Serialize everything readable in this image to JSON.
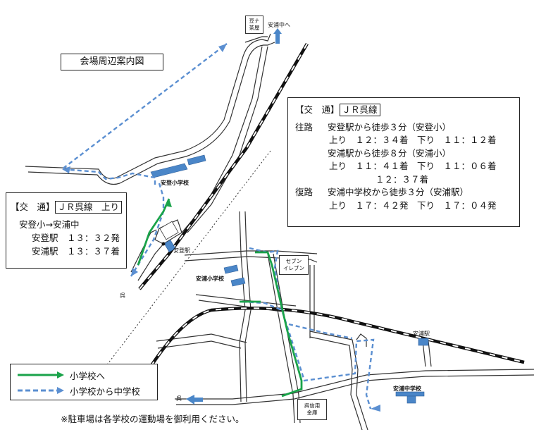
{
  "title": "会場周辺案内図",
  "info_main": {
    "header_prefix": "【交　通】",
    "header_line": "ＪＲ呉線",
    "rows": [
      {
        "k": "往路",
        "t": "安登駅から徒歩３分（安登小）"
      },
      {
        "k": "",
        "t": "上り　１２：３４着　下り　１１：１２着",
        "indent": 1
      },
      {
        "k": "",
        "t": "安浦駅から徒歩８分（安浦小）"
      },
      {
        "k": "",
        "t": "上り　１１：４１着　下り　１１：０６着",
        "indent": 1
      },
      {
        "k": "",
        "t": "１２：３７着",
        "indent": 2
      },
      {
        "k": "復路",
        "t": "安浦中学校から徒歩３分（安浦駅）"
      },
      {
        "k": "",
        "t": "上り　１７：４２発　下り　１７：０４発",
        "indent": 1
      }
    ]
  },
  "info_left": {
    "header_prefix": "【交　通】",
    "header_line": "ＪＲ呉線　上り",
    "route": "安登小→安浦中",
    "rows": [
      "安登駅　１３：３２発",
      "安浦駅　１３：３７着"
    ]
  },
  "legend": {
    "green": "小学校へ",
    "blue": "小学校から中学校",
    "green_color": "#1aa34a",
    "blue_color": "#5b8fd1"
  },
  "note": "※駐車場は各学校の運動場を御利用ください。",
  "map_labels": {
    "tofu": [
      "豆ナ",
      "茶屋"
    ],
    "to_yasuura_chu": "安浦中へ",
    "ato_school": "安登小学校",
    "ato_station": "安登駅",
    "kure_1": "呉",
    "kure_2": "呉",
    "yasuura_school": "安浦小学校",
    "seven": [
      "セブン",
      "イレブン"
    ],
    "yasuura_station": "安浦駅",
    "yasuura_chu": "安浦中学校",
    "shinkin": [
      "呉信用",
      "金庫"
    ]
  },
  "colors": {
    "road": "#333333",
    "rail": "#111111",
    "building": "#4a86c8"
  }
}
